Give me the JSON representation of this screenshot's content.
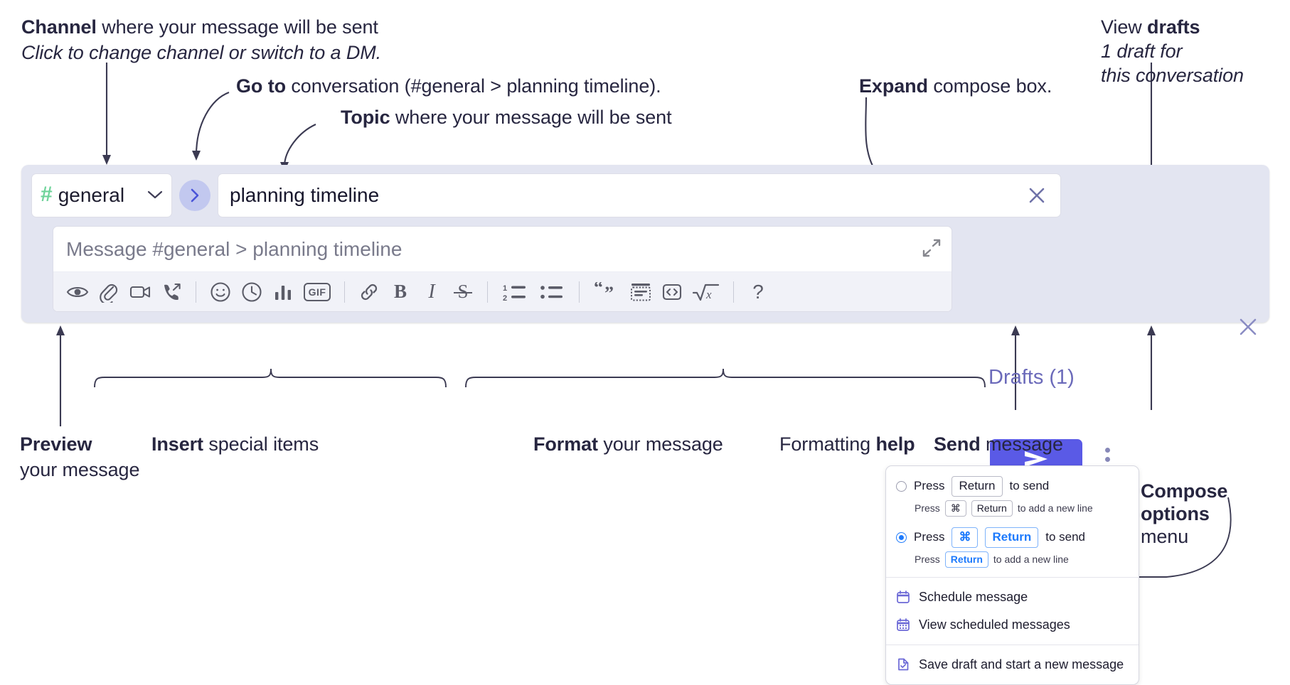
{
  "annotations": {
    "channel": {
      "line1_bold": "Channel",
      "line1_rest": " where your message will be sent",
      "line2_italic": "Click to change channel or switch to a DM."
    },
    "goto": {
      "bold": "Go to",
      "rest": " conversation (#general > planning timeline)."
    },
    "topic": {
      "bold": "Topic",
      "rest": " where your message will be sent"
    },
    "expand": {
      "bold": "Expand",
      "rest": " compose box."
    },
    "drafts": {
      "line1_plain": "View ",
      "line1_bold": "drafts",
      "line2_italic": "1 draft for",
      "line3_italic": "this conversation"
    },
    "preview": {
      "bold": "Preview",
      "rest": "your message"
    },
    "insert": {
      "bold": "Insert",
      "rest": " special items"
    },
    "format": {
      "bold": "Format",
      "rest": " your message"
    },
    "formatting_help": {
      "plain": "Formatting ",
      "bold": "help"
    },
    "send": {
      "bold": "Send",
      "rest": " message"
    },
    "compose_options": {
      "line1_bold": "Compose",
      "line2_bold": "options",
      "line3_plain": "menu"
    }
  },
  "compose": {
    "channel_button": {
      "hash": "#",
      "name": "general",
      "chevron": "chevron-down"
    },
    "goto_button_label": "go-to-conversation",
    "topic_field": {
      "value": "planning timeline",
      "clear_label": "clear-topic"
    },
    "message_input": {
      "placeholder": "Message #general > planning timeline",
      "value": ""
    },
    "expand_label": "expand-compose-box",
    "drafts_label": "Drafts (1)",
    "send_label": "send",
    "kebab_label": "compose-options",
    "panel_close_label": "close-panel",
    "toolbar": [
      {
        "name": "preview-icon",
        "type": "icon",
        "glyph": "eye"
      },
      {
        "name": "attachment-icon",
        "type": "icon",
        "glyph": "paperclip"
      },
      {
        "name": "video-clip-icon",
        "type": "icon",
        "glyph": "video"
      },
      {
        "name": "audio-clip-icon",
        "type": "icon",
        "glyph": "phone"
      },
      {
        "name": "separator-1",
        "type": "sep"
      },
      {
        "name": "emoji-icon",
        "type": "icon",
        "glyph": "smiley"
      },
      {
        "name": "reminder-clock-icon",
        "type": "icon",
        "glyph": "clock"
      },
      {
        "name": "poll-icon",
        "type": "icon",
        "glyph": "bars"
      },
      {
        "name": "gif-icon",
        "type": "text",
        "glyph": "GIF"
      },
      {
        "name": "separator-2",
        "type": "sep"
      },
      {
        "name": "link-icon",
        "type": "icon",
        "glyph": "link"
      },
      {
        "name": "bold-icon",
        "type": "text",
        "glyph": "B"
      },
      {
        "name": "italic-icon",
        "type": "text",
        "glyph": "I"
      },
      {
        "name": "strikethrough-icon",
        "type": "text",
        "glyph": "S"
      },
      {
        "name": "separator-3",
        "type": "sep"
      },
      {
        "name": "ordered-list-icon",
        "type": "icon",
        "glyph": "ol"
      },
      {
        "name": "bulleted-list-icon",
        "type": "icon",
        "glyph": "ul"
      },
      {
        "name": "separator-4",
        "type": "sep"
      },
      {
        "name": "blockquote-icon",
        "type": "icon",
        "glyph": "quote"
      },
      {
        "name": "spoiler-icon",
        "type": "icon",
        "glyph": "spoiler"
      },
      {
        "name": "code-icon",
        "type": "icon",
        "glyph": "code"
      },
      {
        "name": "math-icon",
        "type": "icon",
        "glyph": "sqrtx"
      },
      {
        "name": "separator-5",
        "type": "sep"
      },
      {
        "name": "formatting-help-icon",
        "type": "text",
        "glyph": "?"
      }
    ]
  },
  "menu": {
    "option_return": {
      "selected": false,
      "press": "Press",
      "key": "Return",
      "suffix": "to send",
      "sub_press": "Press",
      "sub_key1": "⌘",
      "sub_key2": "Return",
      "sub_suffix": "to add a new line"
    },
    "option_cmd_return": {
      "selected": true,
      "press": "Press",
      "key1": "⌘",
      "key2": "Return",
      "suffix": "to send",
      "sub_press": "Press",
      "sub_key": "Return",
      "sub_suffix": "to add a new line"
    },
    "items": [
      {
        "label": "Schedule message",
        "icon": "calendar-icon"
      },
      {
        "label": "View scheduled messages",
        "icon": "calendar-grid-icon"
      },
      {
        "label": "Save draft and start a new message",
        "icon": "draft-check-icon"
      }
    ]
  },
  "colors": {
    "compose_bg": "#e3e5f1",
    "send_button": "#5a5ae6",
    "accent_link": "#6b6aba",
    "hash_green": "#6fd39a",
    "key_blue": "#1d7afc",
    "text": "#262444"
  }
}
